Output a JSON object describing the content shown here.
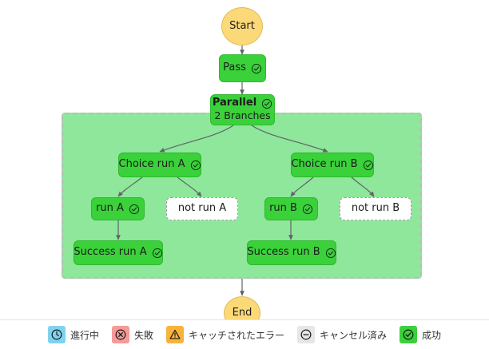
{
  "diagram": {
    "group": {
      "name": "parallel-branch-container"
    },
    "nodes": [
      {
        "id": "start",
        "label": "Start",
        "sub": "",
        "state": "terminal",
        "icon": ""
      },
      {
        "id": "pass",
        "label": "Pass",
        "sub": "",
        "state": "succeeded",
        "icon": "check-circle-icon"
      },
      {
        "id": "parallel",
        "label": "Parallel",
        "sub": "2 Branches",
        "state": "succeeded",
        "icon": "check-circle-icon"
      },
      {
        "id": "choice-a",
        "label": "Choice run A",
        "sub": "",
        "state": "succeeded",
        "icon": "check-circle-icon"
      },
      {
        "id": "choice-b",
        "label": "Choice run B",
        "sub": "",
        "state": "succeeded",
        "icon": "check-circle-icon"
      },
      {
        "id": "run-a",
        "label": "run A",
        "sub": "",
        "state": "succeeded",
        "icon": "check-circle-icon"
      },
      {
        "id": "not-run-a",
        "label": "not run A",
        "sub": "",
        "state": "notvisited",
        "icon": ""
      },
      {
        "id": "run-b",
        "label": "run B",
        "sub": "",
        "state": "succeeded",
        "icon": "check-circle-icon"
      },
      {
        "id": "not-run-b",
        "label": "not run B",
        "sub": "",
        "state": "notvisited",
        "icon": ""
      },
      {
        "id": "success-a",
        "label": "Success run A",
        "sub": "",
        "state": "succeeded",
        "icon": "check-circle-icon"
      },
      {
        "id": "success-b",
        "label": "Success run B",
        "sub": "",
        "state": "succeeded",
        "icon": "check-circle-icon"
      },
      {
        "id": "end",
        "label": "End",
        "sub": "",
        "state": "terminal",
        "icon": ""
      }
    ]
  },
  "legend": {
    "items": [
      {
        "id": "in-progress",
        "label": "進行中",
        "icon": "clock-icon",
        "bg": "#7fd3ef",
        "fg": "#1c1c1c"
      },
      {
        "id": "failed",
        "label": "失敗",
        "icon": "x-circle-icon",
        "bg": "#f79a98",
        "fg": "#1c1c1c"
      },
      {
        "id": "caught-error",
        "label": "キャッチされたエラー",
        "icon": "warning-triangle-icon",
        "bg": "#f8b33a",
        "fg": "#1c1c1c"
      },
      {
        "id": "cancelled",
        "label": "キャンセル済み",
        "icon": "minus-circle-icon",
        "bg": "#e6e6e6",
        "fg": "#1c1c1c"
      },
      {
        "id": "succeeded",
        "label": "成功",
        "icon": "check-circle-icon",
        "bg": "#3ad13a",
        "fg": "#1c1c1c"
      }
    ]
  },
  "colors": {
    "node_green": "#3ad13a",
    "group_green": "#8ee79a",
    "terminal_yellow": "#fcd978",
    "edge_gray": "#5f6368",
    "dashed_border": "#9aa0a6",
    "background": "#ffffff"
  }
}
